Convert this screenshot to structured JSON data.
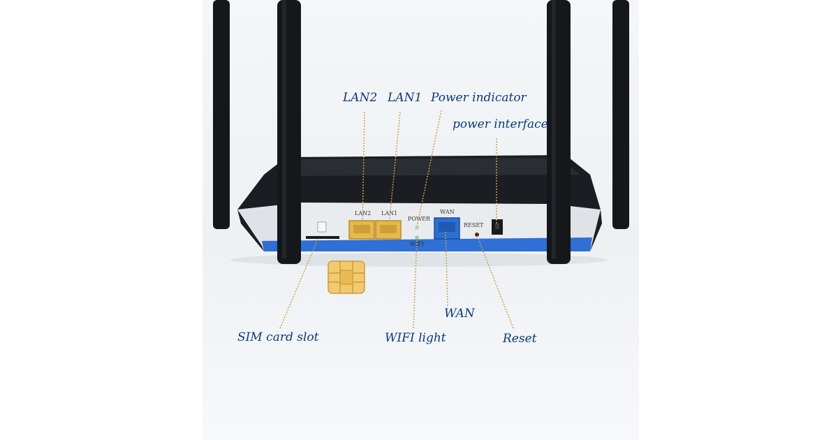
{
  "callouts": {
    "lan2": "LAN2",
    "lan1": "LAN1",
    "power_indicator": "Power indicator",
    "power_interface": "power interface",
    "sim_card_slot": "SIM card slot",
    "wifi_light": "WIFI light",
    "wan": "WAN",
    "reset": "Reset"
  },
  "panel_labels": {
    "lan2": "LAN2",
    "lan1": "LAN1",
    "power": "POWER",
    "wan": "WAN",
    "reset": "RESET",
    "wifi": "WIFI"
  },
  "colors": {
    "callout_text": "#0c3a78",
    "leader_line": "#c9a24a",
    "router_body": "#1b1d22",
    "panel": "#e9ecef",
    "trim_blue": "#2f6fd6",
    "lan_port": "#e6b94a",
    "wan_port": "#2d6fd1"
  }
}
